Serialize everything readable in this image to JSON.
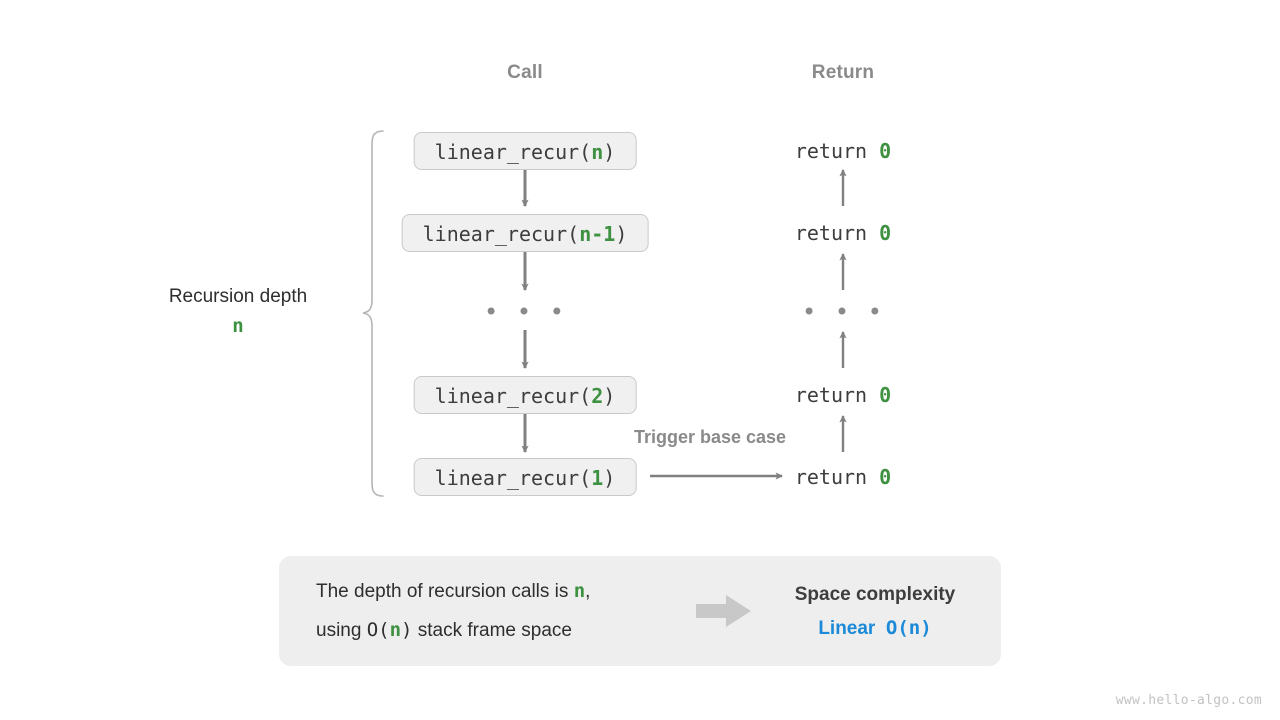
{
  "headers": {
    "call": "Call",
    "return": "Return"
  },
  "depth_label": {
    "text": "Recursion depth",
    "value": "n"
  },
  "call_stack": [
    {
      "prefix": "linear_recur(",
      "arg": "n",
      "suffix": ")",
      "full": "linear_recur(n)"
    },
    {
      "prefix": "linear_recur(",
      "arg": "n-1",
      "suffix": ")",
      "full": "linear_recur(n-1)"
    },
    {
      "prefix": "linear_recur(",
      "arg": "2",
      "suffix": ")",
      "full": "linear_recur(2)"
    },
    {
      "prefix": "linear_recur(",
      "arg": "1",
      "suffix": ")",
      "full": "linear_recur(1)"
    }
  ],
  "call_ellipsis": "• • •",
  "return_stack": [
    {
      "keyword": "return",
      "value": "0",
      "full": "return 0"
    },
    {
      "keyword": "return",
      "value": "0",
      "full": "return 0"
    },
    {
      "keyword": "return",
      "value": "0",
      "full": "return 0"
    },
    {
      "keyword": "return",
      "value": "0",
      "full": "return 0"
    }
  ],
  "return_ellipsis": "• • •",
  "trigger_note": "Trigger base case",
  "summary": {
    "line1_a": "The depth of recursion calls is ",
    "line1_var": "n",
    "line1_b": ",",
    "line2_a": "using ",
    "line2_o": "O(",
    "line2_var": "n",
    "line2_close": ")",
    "line2_b": " stack frame space",
    "title": "Space complexity",
    "value_word": "Linear",
    "value_notation": "O(n)",
    "arrow_icon": "right-block-arrow"
  },
  "watermark": "www.hello-algo.com",
  "colors": {
    "green": "#3f9142",
    "blue": "#1c8ad8",
    "gray_text": "#8a8a8a",
    "dark_text": "#2e2e2e",
    "box_fill": "#f0f0f0",
    "box_border": "#c9c9c9",
    "panel_fill": "#eeeeee",
    "arrow": "#808080"
  }
}
